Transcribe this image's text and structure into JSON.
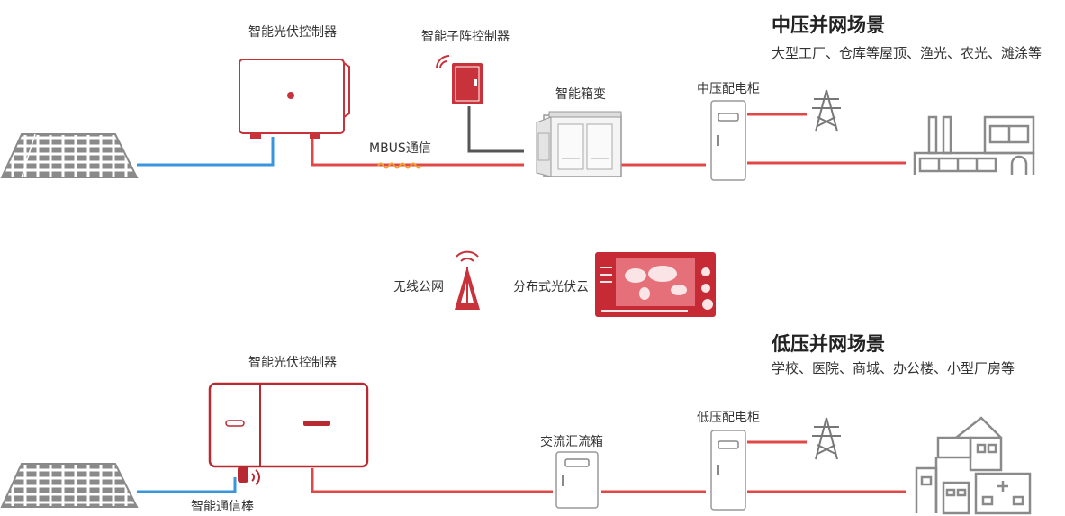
{
  "scenes": {
    "mv": {
      "title": "中压并网场景",
      "subtitle": "大型工厂、仓库等屋顶、渔光、农光、滩涂等"
    },
    "lv": {
      "title": "低压并网场景",
      "subtitle": "学校、医院、商城、办公楼、小型厂房等"
    }
  },
  "labels": {
    "mv_inverter": "智能光伏控制器",
    "subarray_controller": "智能子阵控制器",
    "box_transformer": "智能箱变",
    "mv_cabinet": "中压配电柜",
    "mbus": "MBUS通信",
    "wireless": "无线公网",
    "pv_cloud": "分布式光伏云",
    "lv_inverter": "智能光伏控制器",
    "ac_combiner": "交流汇流箱",
    "lv_cabinet": "低压配电柜",
    "smart_dongle": "智能通信棒"
  },
  "colors": {
    "accent_red": "#c8323a",
    "line_red": "#e04848",
    "line_blue": "#3a96dc",
    "line_dark": "#555555",
    "icon_gray": "#8a8a8a",
    "cloud_red": "#c62a34"
  },
  "icons": [
    "solar-panel-icon",
    "inverter-icon",
    "subarray-controller-icon",
    "box-transformer-icon",
    "mv-cabinet-icon",
    "transmission-tower-icon",
    "factory-icon",
    "wireless-tower-icon",
    "pv-cloud-dashboard-icon",
    "ac-combiner-icon",
    "lv-cabinet-icon",
    "buildings-icon",
    "smart-dongle-icon"
  ]
}
